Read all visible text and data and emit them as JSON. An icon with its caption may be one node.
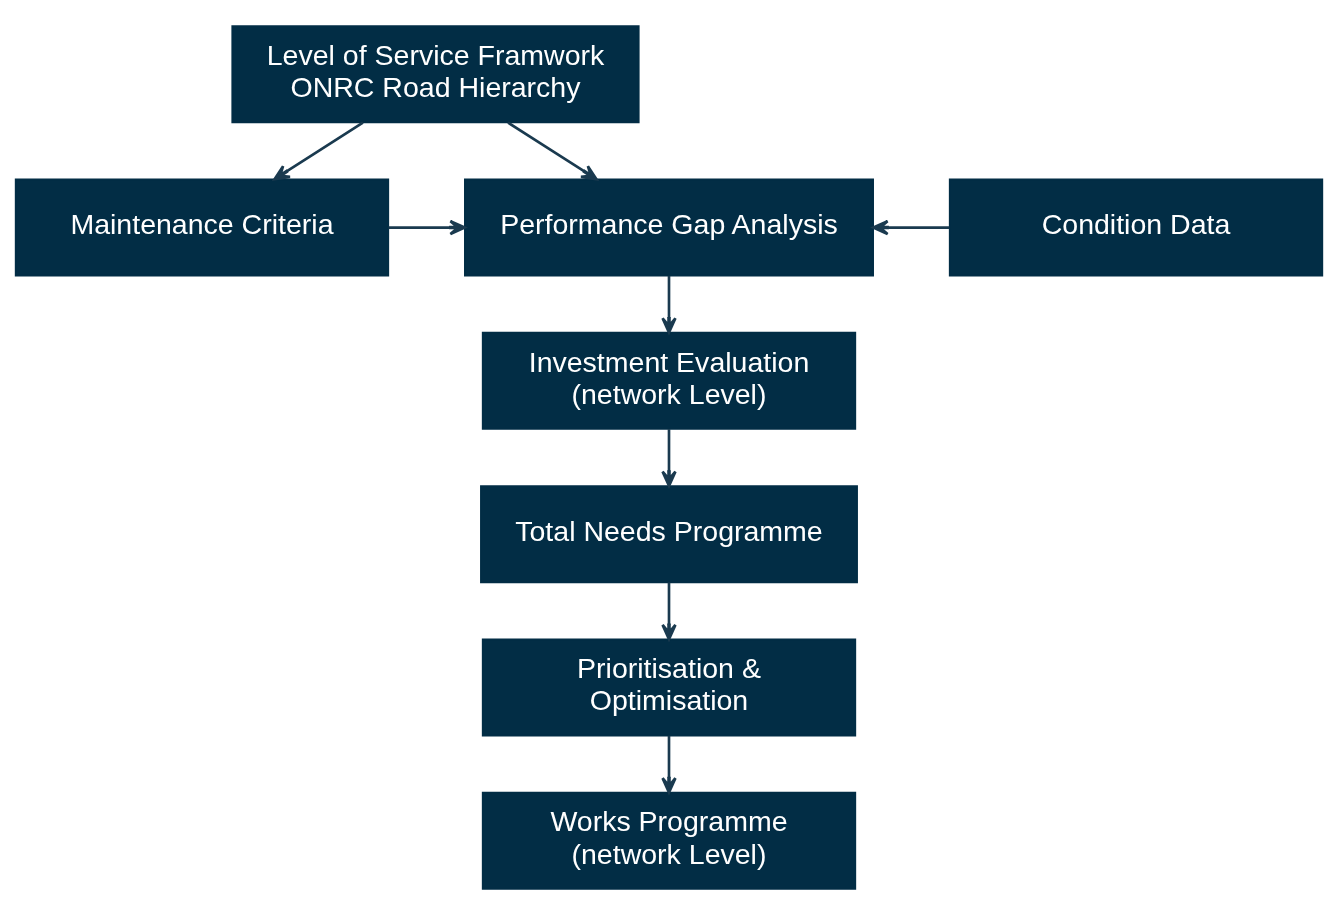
{
  "diagram": {
    "nodes": [
      {
        "text": [
          "Level of Service Framwork",
          "ONRC Road Hierarchy"
        ]
      },
      {
        "text": [
          "Maintenance Criteria"
        ]
      },
      {
        "text": [
          "Performance Gap Analysis"
        ]
      },
      {
        "text": [
          "Condition Data"
        ]
      },
      {
        "text": [
          "Investment Evaluation (network Level)"
        ]
      },
      {
        "text": [
          "Total Needs Programme"
        ]
      },
      {
        "text": [
          "Prioritisation & Optimisation"
        ]
      },
      {
        "text": [
          "Works Programme (network Level)"
        ]
      }
    ],
    "edges": [
      {
        "from": 0,
        "to": 1,
        "arrow": "to"
      },
      {
        "from": 0,
        "to": 2,
        "arrow": "to"
      },
      {
        "from": 1,
        "to": 2,
        "arrow": "to"
      },
      {
        "from": 3,
        "to": 2,
        "arrow": "to"
      },
      {
        "from": 2,
        "to": 4,
        "arrow": "to"
      },
      {
        "from": 4,
        "to": 5,
        "arrow": "to"
      },
      {
        "from": 5,
        "to": 6,
        "arrow": "to"
      },
      {
        "from": 6,
        "to": 7,
        "arrow": "to"
      }
    ]
  }
}
